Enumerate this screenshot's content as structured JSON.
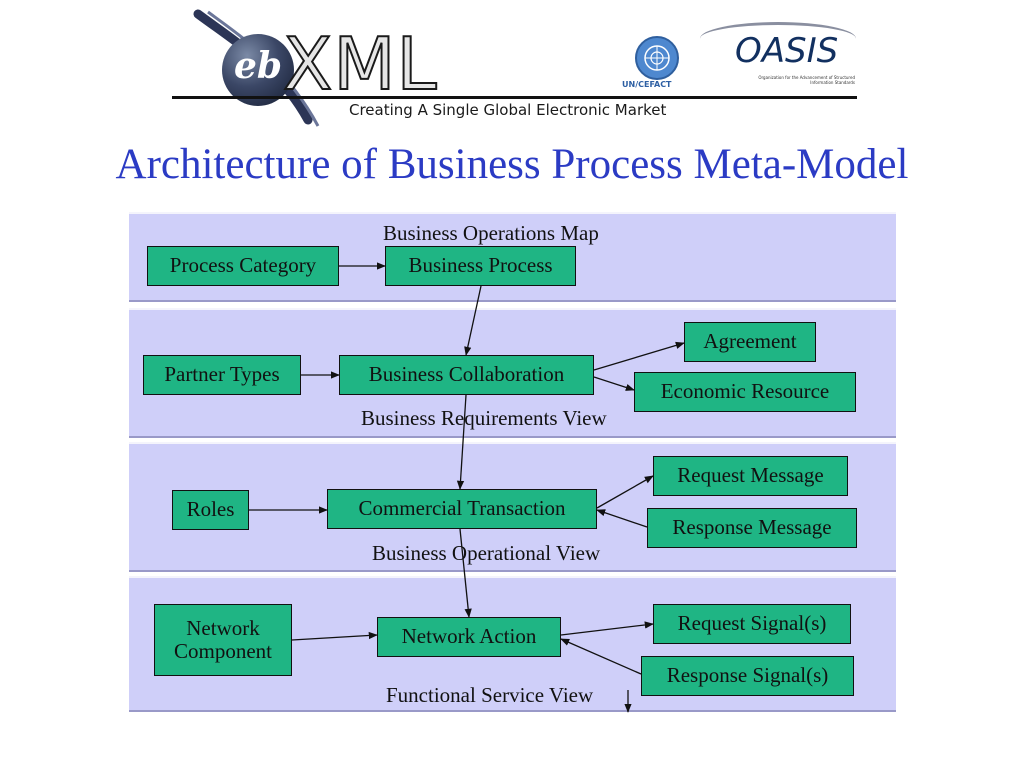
{
  "header": {
    "logo_eb": "eb",
    "logo_xml": "XML",
    "tagline": "Creating A Single Global Electronic Market",
    "partner_un": "UN/CEFACT",
    "partner_oasis": "OASIS",
    "oasis_subtitle": "Organization for the Advancement of Structured Information Standards"
  },
  "slide": {
    "title": "Architecture of Business Process Meta-Model"
  },
  "diagram": {
    "band_titles": {
      "operations": "Business Operations Map",
      "requirements": "Business Requirements View",
      "operational": "Business Operational View",
      "functional": "Functional Service View"
    },
    "nodes": {
      "process_category": "Process Category",
      "business_process": "Business Process",
      "partner_types": "Partner Types",
      "business_collaboration": "Business Collaboration",
      "agreement": "Agreement",
      "economic_resource": "Economic Resource",
      "roles": "Roles",
      "commercial_transaction": "Commercial Transaction",
      "request_message": "Request Message",
      "response_message": "Response Message",
      "network_component": "Network\nComponent",
      "network_action": "Network Action",
      "request_signals": "Request Signal(s)",
      "response_signals": "Response Signal(s)"
    }
  },
  "colors": {
    "title": "#2b3bc4",
    "band_fill": "#cfcff9",
    "node_fill": "#1fb584"
  }
}
